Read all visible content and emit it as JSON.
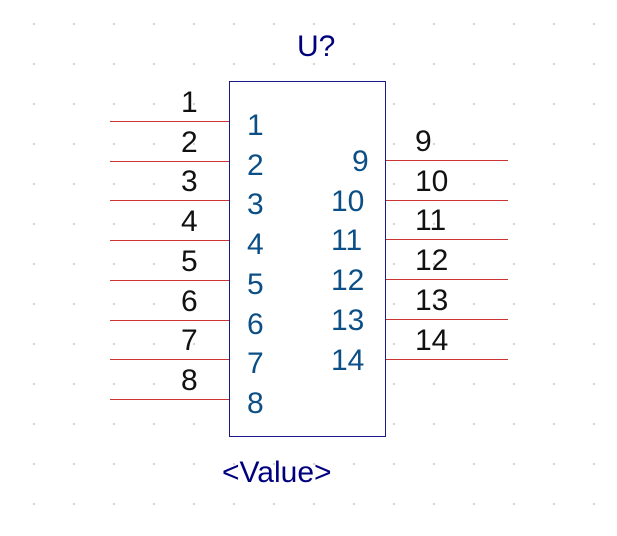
{
  "component": {
    "reference": "U?",
    "value": "<Value>"
  },
  "left_pins": [
    {
      "number": "1",
      "name": "1"
    },
    {
      "number": "2",
      "name": "2"
    },
    {
      "number": "3",
      "name": "3"
    },
    {
      "number": "4",
      "name": "4"
    },
    {
      "number": "5",
      "name": "5"
    },
    {
      "number": "6",
      "name": "6"
    },
    {
      "number": "7",
      "name": "7"
    },
    {
      "number": "8",
      "name": "8"
    }
  ],
  "right_pins": [
    {
      "number": "9",
      "name": "9"
    },
    {
      "number": "10",
      "name": "10"
    },
    {
      "number": "11",
      "name": "11"
    },
    {
      "number": "12",
      "name": "12"
    },
    {
      "number": "13",
      "name": "13"
    },
    {
      "number": "14",
      "name": "14"
    }
  ],
  "colors": {
    "body_outline": "#1a1a8c",
    "pin_line": "#cc3333",
    "reference_text": "#00007f",
    "pin_number_text": "#111111",
    "pin_name_text": "#0b4f86",
    "grid_dot": "#c9c9c9"
  }
}
